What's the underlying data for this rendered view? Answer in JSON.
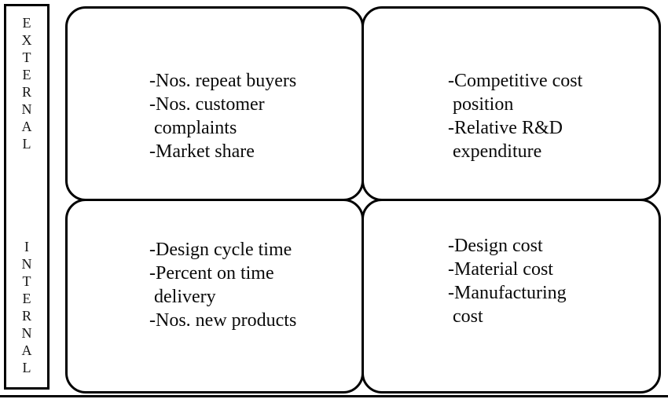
{
  "colors": {
    "ink": "#000000",
    "background": "#ffffff"
  },
  "side_labels": {
    "external": "EXTERNAL",
    "internal": "INTERNAL"
  },
  "quadrants": {
    "top_left": {
      "lines": [
        "-Nos. repeat buyers",
        "-Nos. customer",
        " complaints",
        "-Market share"
      ]
    },
    "top_right": {
      "lines": [
        "-Competitive cost",
        " position",
        "-Relative R&D",
        " expenditure"
      ]
    },
    "bottom_left": {
      "lines": [
        "-Design cycle time",
        "-Percent on time",
        " delivery",
        "-Nos. new products"
      ]
    },
    "bottom_right": {
      "lines": [
        "-Design cost",
        "-Material cost",
        "-Manufacturing",
        " cost"
      ]
    }
  }
}
